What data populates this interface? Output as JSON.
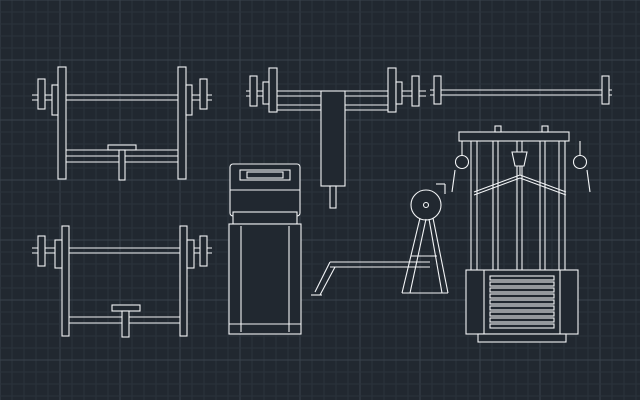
{
  "canvas": {
    "background": "#212830",
    "line_color": "#f2f4f6",
    "grid_minor_color": "#2b333c",
    "grid_major_color": "#39424c"
  },
  "drawing_items": [
    {
      "name": "flat-bench-press-rack"
    },
    {
      "name": "barbell-with-landmine-post"
    },
    {
      "name": "barbell"
    },
    {
      "name": "incline-bench-press-rack"
    },
    {
      "name": "treadmill"
    },
    {
      "name": "plate-loaded-row-bench"
    },
    {
      "name": "cable-lat-pulldown-machine"
    }
  ]
}
